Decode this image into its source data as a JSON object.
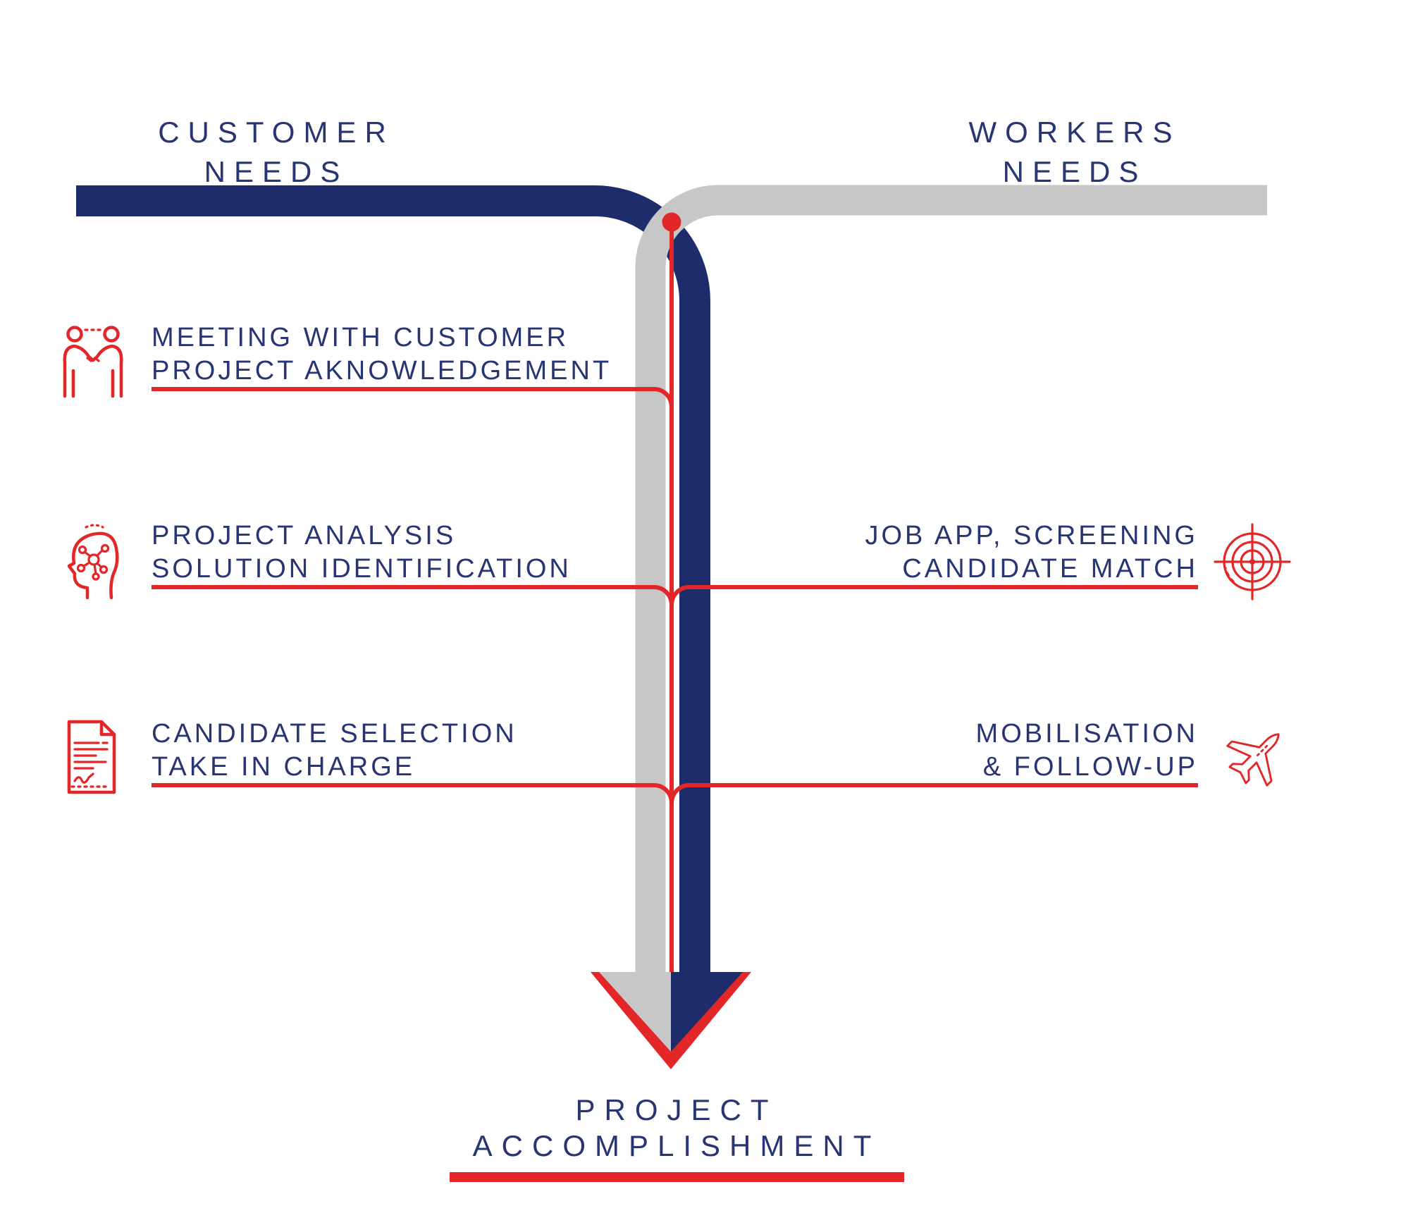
{
  "colors": {
    "navy": "#1e2c6b",
    "gray": "#c7c7c7",
    "red": "#e32728",
    "text": "#273572"
  },
  "customer_title": {
    "line1": "CUSTOMER",
    "line2": "NEEDS"
  },
  "workers_title": {
    "line1": "WORKERS",
    "line2": "NEEDS"
  },
  "left_steps": [
    {
      "icon": "handshake-icon",
      "line1": "MEETING WITH CUSTOMER",
      "line2": "PROJECT AKNOWLEDGEMENT"
    },
    {
      "icon": "head-analysis-icon",
      "line1": "PROJECT ANALYSIS",
      "line2": "SOLUTION IDENTIFICATION"
    },
    {
      "icon": "document-icon",
      "line1": "CANDIDATE SELECTION",
      "line2": "TAKE IN CHARGE"
    }
  ],
  "right_steps": [
    {
      "icon": "target-icon",
      "line1": "JOB APP, SCREENING",
      "line2": "CANDIDATE MATCH"
    },
    {
      "icon": "plane-icon",
      "line1": "MOBILISATION",
      "line2": "& FOLLOW-UP"
    }
  ],
  "footer_title": {
    "line1": "PROJECT",
    "line2": "ACCOMPLISHMENT"
  }
}
